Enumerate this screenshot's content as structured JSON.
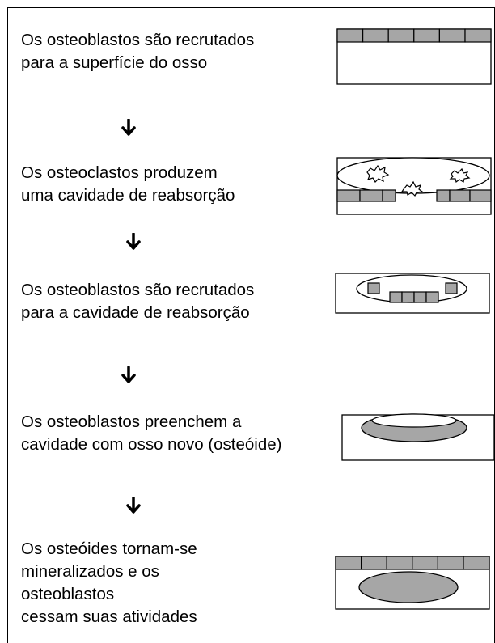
{
  "steps": [
    {
      "lines": [
        "Os osteoblastos são recrutados",
        "para a superfície do osso"
      ]
    },
    {
      "lines": [
        "Os osteoclastos produzem",
        "uma cavidade de reabsorção"
      ]
    },
    {
      "lines": [
        "Os osteoblastos são recrutados",
        "para a cavidade de reabsorção"
      ]
    },
    {
      "lines": [
        "Os osteoblastos preenchem a",
        "cavidade com osso novo (osteóide)"
      ]
    },
    {
      "lines": [
        "Os osteóides tornam-se",
        "mineralizados e os",
        "osteoblastos",
        "cessam suas atividades"
      ]
    }
  ],
  "arrow_glyph": "➜",
  "colors": {
    "cell_fill": "#a6a6a6",
    "line": "#000000",
    "background": "#ffffff"
  }
}
